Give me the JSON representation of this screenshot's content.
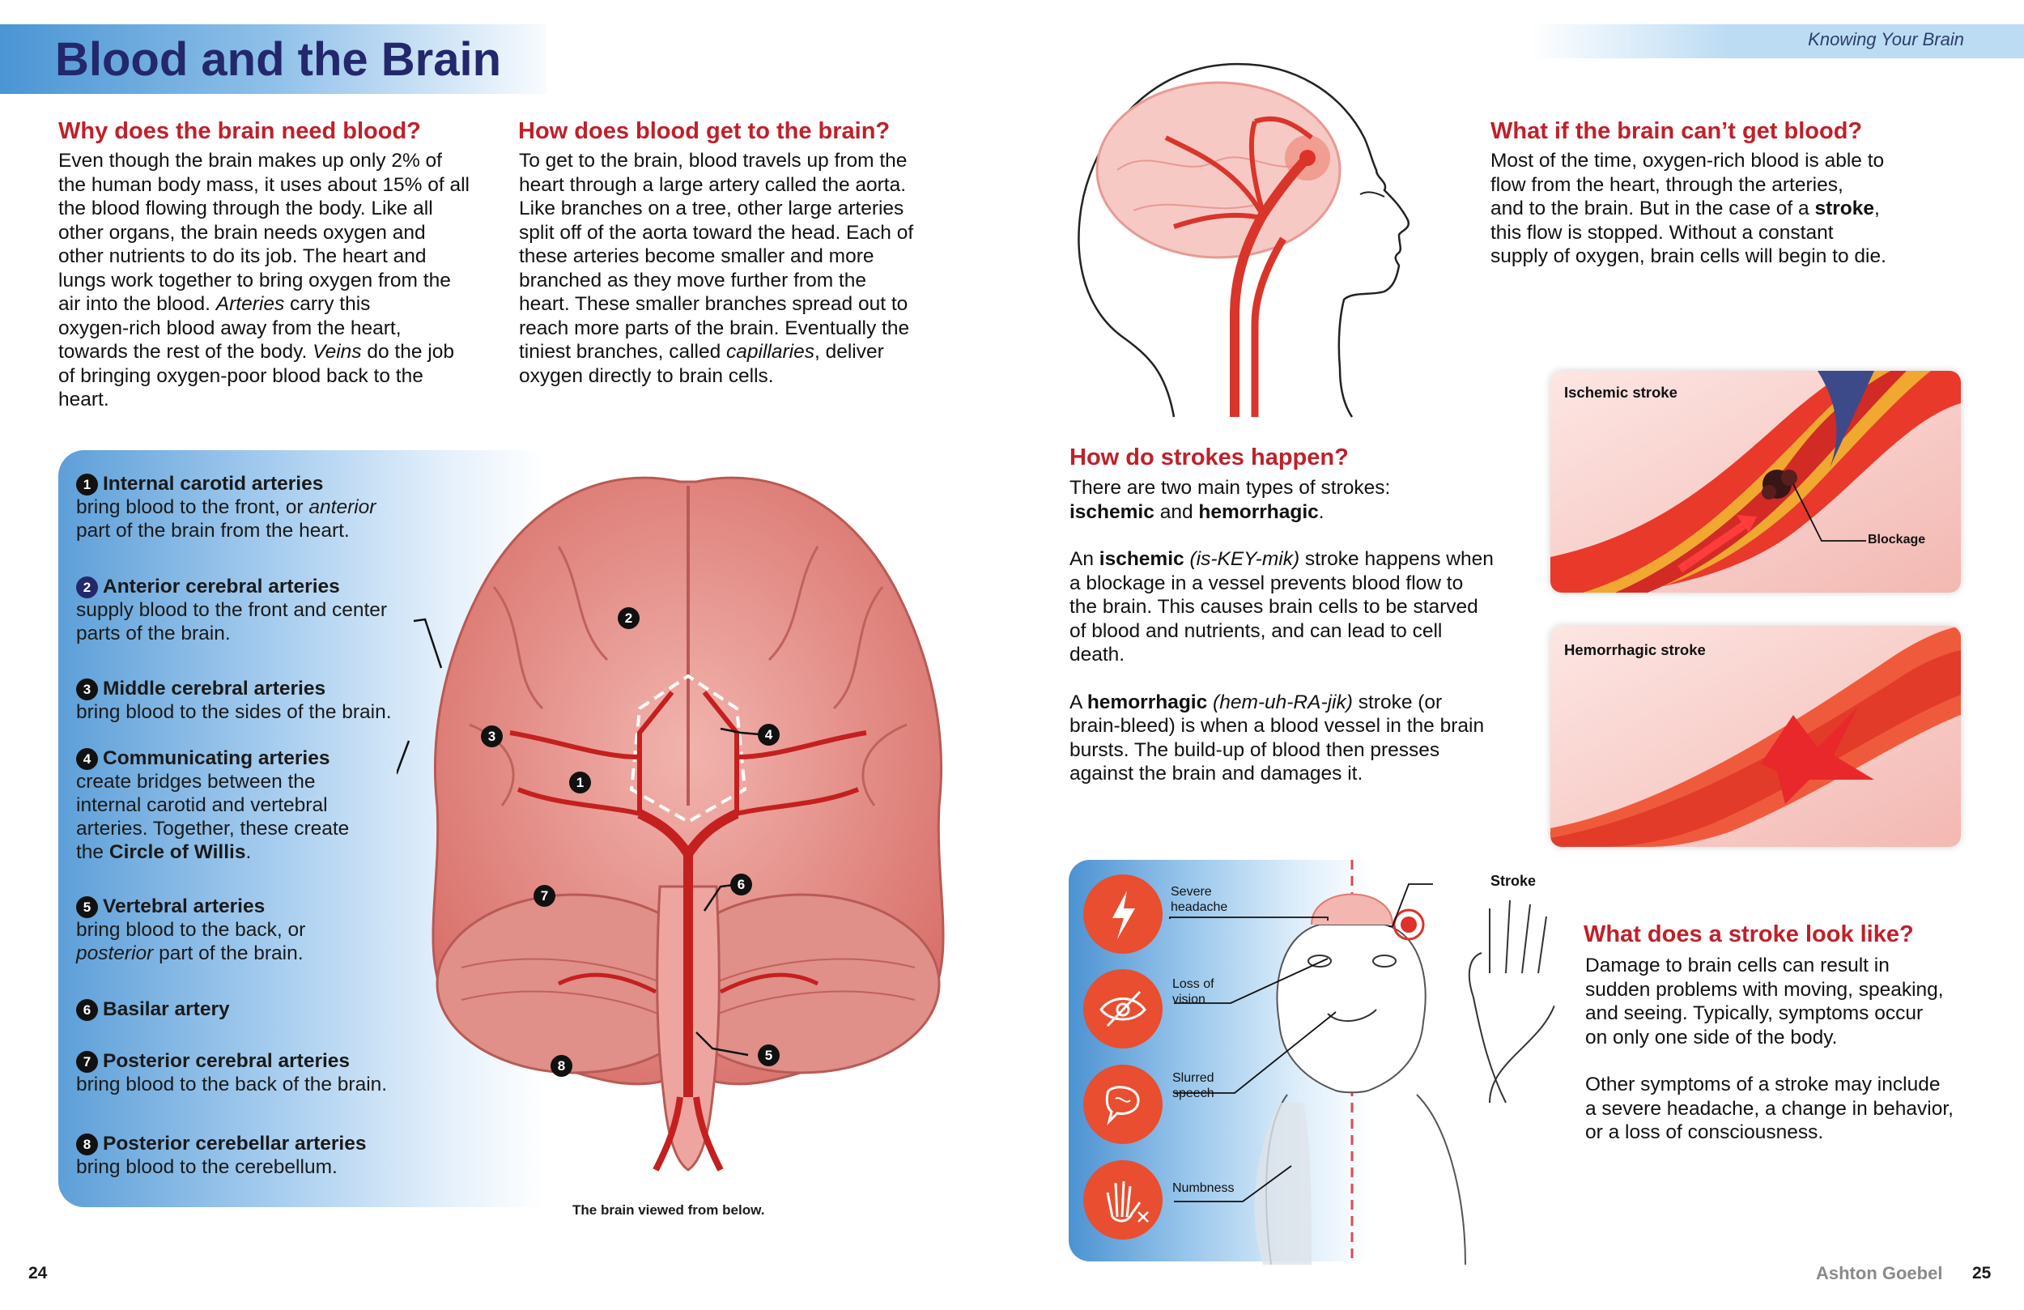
{
  "page": {
    "title": "Blood and the Brain",
    "header": "Knowing Your Brain",
    "page_left": "24",
    "page_right": "25",
    "author": "Ashton Goebel"
  },
  "sections": {
    "why": {
      "heading": "Why does the brain need blood?",
      "lines": [
        "Even though the brain makes up only 2% of",
        "the human body mass, it uses about 15% of all",
        "the blood flowing through the body. Like all",
        "other organs, the brain needs oxygen and",
        "other nutrients to do its job. The heart and",
        "lungs work together to bring oxygen from the",
        "air into the blood.",
        "Arteries",
        "carry this",
        "oxygen-rich blood away from the heart,",
        "towards the rest of the body.",
        "Veins",
        "do the job",
        "of bringing oxygen-poor blood back to the",
        "heart."
      ]
    },
    "how": {
      "heading": "How does blood get to the brain?",
      "lines": [
        "To get to the brain, blood travels up from the",
        "heart through a large artery called the aorta.",
        "Like branches on a tree, other large arteries",
        "split off of the aorta toward the head. Each of",
        "these arteries become smaller and more",
        "branched as they move further from the",
        "heart. These smaller branches spread out to",
        "reach more parts of the brain. Eventually the",
        "tiniest branches, called",
        "capillaries",
        ", deliver",
        "oxygen directly to brain cells."
      ]
    },
    "whatif": {
      "heading": "What if the brain can’t get blood?",
      "lines": [
        "Most of the time, oxygen-rich blood is able to",
        "flow from the heart, through the arteries,",
        "and to the brain. But in the case of a",
        "stroke",
        ",",
        "this flow is stopped. Without a constant",
        "supply of oxygen, brain cells will begin to die."
      ]
    },
    "strokes": {
      "heading": "How do strokes happen?",
      "p1": [
        "There are two main types of strokes:",
        "ischemic",
        "and",
        "hemorrhagic",
        "."
      ],
      "p2": [
        "An",
        "ischemic",
        "(is-KEY-mik)",
        "stroke happens when",
        "a blockage in a vessel prevents blood flow to",
        "the brain. This causes brain cells to be starved",
        "of blood and nutrients, and can lead to cell",
        "death."
      ],
      "p3": [
        "A",
        "hemorrhagic",
        "(hem-uh-RA-jik)",
        "stroke (or",
        "brain-bleed) is when a blood vessel in the brain",
        "bursts. The build-up of blood then presses",
        "against the brain and damages it."
      ]
    },
    "look": {
      "heading": "What does a stroke look like?",
      "p1": [
        "Damage to brain cells can result in",
        "sudden problems with moving, speaking,",
        "and seeing. Typically, symptoms occur",
        "on only one side of the body."
      ],
      "p2": [
        "Other symptoms of a stroke may include",
        "a severe headache, a change in behavior,",
        "or a loss of consciousness."
      ]
    }
  },
  "legend": [
    {
      "num": "1",
      "title": "Internal carotid arteries",
      "text": [
        "bring blood to the front, or",
        "anterior",
        "part of the brain from the heart."
      ]
    },
    {
      "num": "2",
      "title": "Anterior cerebral arteries",
      "text": [
        "supply blood to the front and center",
        "parts of the brain."
      ]
    },
    {
      "num": "3",
      "title": "Middle cerebral arteries",
      "text": [
        "bring blood to the sides of the brain."
      ]
    },
    {
      "num": "4",
      "title": "Communicating arteries",
      "text": [
        "create bridges between the",
        "internal carotid and vertebral",
        "arteries. Together, these create",
        "the",
        "Circle of Willis",
        "."
      ]
    },
    {
      "num": "5",
      "title": "Vertebral arteries",
      "text": [
        "bring blood to the back, or",
        "posterior",
        "part of the brain."
      ]
    },
    {
      "num": "6",
      "title": "Basilar artery",
      "text": []
    },
    {
      "num": "7",
      "title": "Posterior cerebral arteries",
      "text": [
        "bring blood to the back of the brain."
      ]
    },
    {
      "num": "8",
      "title": "Posterior cerebellar arteries",
      "text": [
        "bring blood to the cerebellum."
      ]
    }
  ],
  "figures": {
    "brain_caption": "The brain viewed from below.",
    "brain_callouts": [
      "2",
      "3",
      "4",
      "1",
      "7",
      "6",
      "8",
      "5"
    ],
    "ischemic_label": "Ischemic stroke",
    "blockage_label": "Blockage",
    "hemorrhagic_label": "Hemorrhagic stroke",
    "stroke_label": "Stroke",
    "symptoms": {
      "headache": [
        "Severe",
        "headache"
      ],
      "vision": [
        "Loss of",
        "vision"
      ],
      "speech": [
        "Slurred",
        "speech"
      ],
      "numb": [
        "Numbness"
      ]
    }
  },
  "colors": {
    "heading_red": "#c0202a",
    "title_navy": "#23276b",
    "panel_blue": "#5d9fd8",
    "symptom_orange": "#e84e2f",
    "artery_red": "#d9352a"
  }
}
